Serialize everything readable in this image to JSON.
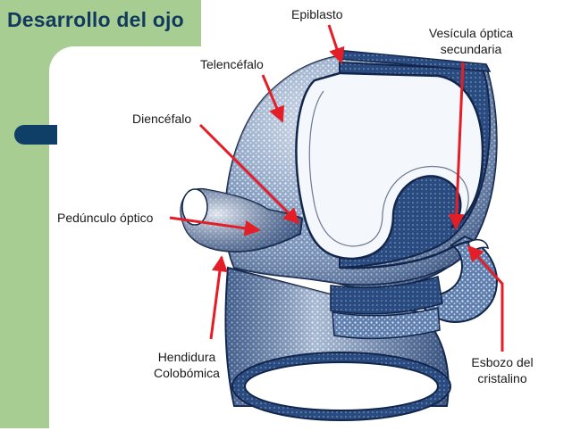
{
  "title": "Desarrollo del ojo",
  "labels": {
    "epiblasto": "Epiblasto",
    "vesicula_line1": "Vesícula óptica",
    "vesicula_line2": "secundaria",
    "telencefalo": "Telencéfalo",
    "diencefalo": "Diencéfalo",
    "pedunculo": "Pedúnculo óptico",
    "hendidura_line1": "Hendidura",
    "hendidura_line2": "Colobómica",
    "esbozo_line1": "Esbozo del",
    "esbozo_line2": "cristalino"
  },
  "colors": {
    "panel": "#a7cd93",
    "title": "#123a5e",
    "arrow": "#e41e26",
    "tissue_dark": "#2a4b80",
    "tissue_light": "#e8eef7"
  }
}
